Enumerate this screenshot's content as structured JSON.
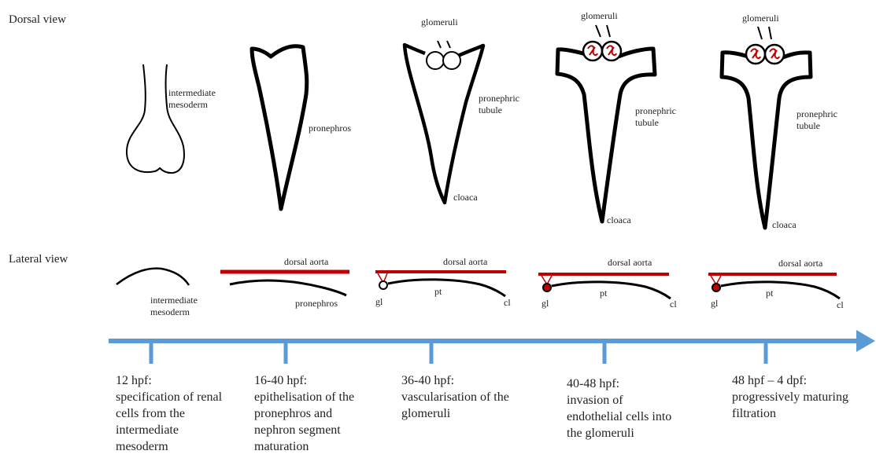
{
  "sections": {
    "dorsal": "Dorsal view",
    "lateral": "Lateral view"
  },
  "dorsal_labels": {
    "intermediate_mesoderm": [
      "intermediate",
      "mesoderm"
    ],
    "pronephros": "pronephros",
    "glomeruli": "glomeruli",
    "pronephric_tubule": [
      "pronephric",
      "tubule"
    ],
    "cloaca": "cloaca"
  },
  "lateral_labels": {
    "dorsal_aorta": "dorsal aorta",
    "intermediate_mesoderm": [
      "intermediate",
      "mesoderm"
    ],
    "pronephros": "pronephros",
    "gl": "gl",
    "pt": "pt",
    "cl": "cl"
  },
  "stages": [
    {
      "time": "12 hpf:",
      "desc": [
        "specification of renal",
        "cells from the",
        "intermediate",
        "mesoderm"
      ]
    },
    {
      "time": "16-40 hpf:",
      "desc": [
        "epithelisation of the",
        "pronephros and",
        "nephron segment",
        "maturation"
      ]
    },
    {
      "time": "36-40 hpf:",
      "desc": [
        "vascularisation of the",
        "glomeruli"
      ]
    },
    {
      "time": "40-48 hpf:",
      "desc": [
        "invasion of",
        "endothelial cells into",
        "the glomeruli"
      ]
    },
    {
      "time": "48 hpf – 4 dpf:",
      "desc": [
        "progressively maturing",
        "filtration"
      ]
    }
  ],
  "colors": {
    "aorta": "#c00000",
    "timeline": "#5b9bd5",
    "outline": "#000000"
  }
}
